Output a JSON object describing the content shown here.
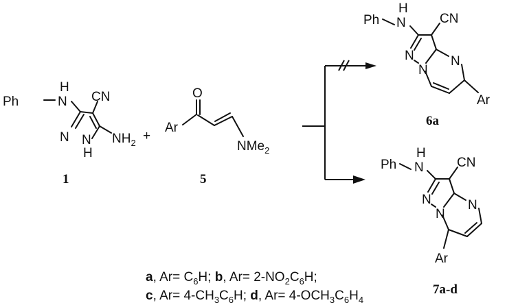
{
  "compound1": {
    "label": "1",
    "ph": "Ph",
    "nh_h": "H",
    "nh_n": "N",
    "cn": "CN",
    "n_ring": "N",
    "nh_ring": "N",
    "nh_ring_h": "H",
    "nh2": "NH",
    "nh2_sub": "2"
  },
  "plus": "+",
  "compound5": {
    "label": "5",
    "o": "O",
    "ar": "Ar",
    "nme": "NMe",
    "nme_sub": "2"
  },
  "product6a": {
    "label": "6a",
    "ph": "Ph",
    "nh_h": "H",
    "nh_n": "N",
    "cn": "CN",
    "n1": "N",
    "n2": "N",
    "n3": "N",
    "ar": "Ar"
  },
  "product7": {
    "label": "7a-d",
    "ph": "Ph",
    "nh_h": "H",
    "nh_n": "N",
    "cn": "CN",
    "n1": "N",
    "n2": "N",
    "n3": "N",
    "ar": "Ar"
  },
  "footnote": {
    "line1": [
      {
        "t": "a",
        "b": true
      },
      {
        "t": ", Ar= C"
      },
      {
        "t": "6",
        "s": true
      },
      {
        "t": "H; "
      },
      {
        "t": "b",
        "b": true
      },
      {
        "t": ", Ar= 2-NO"
      },
      {
        "t": "2",
        "s": true
      },
      {
        "t": "C"
      },
      {
        "t": "6",
        "s": true
      },
      {
        "t": "H;"
      }
    ],
    "line2": [
      {
        "t": "c",
        "b": true
      },
      {
        "t": ", Ar= 4-CH"
      },
      {
        "t": "3",
        "s": true
      },
      {
        "t": "C"
      },
      {
        "t": "6",
        "s": true
      },
      {
        "t": "H; "
      },
      {
        "t": "d",
        "b": true
      },
      {
        "t": ", Ar= 4-OCH"
      },
      {
        "t": "3",
        "s": true
      },
      {
        "t": "C"
      },
      {
        "t": "6",
        "s": true
      },
      {
        "t": "H"
      },
      {
        "t": "4",
        "s": true
      }
    ]
  }
}
